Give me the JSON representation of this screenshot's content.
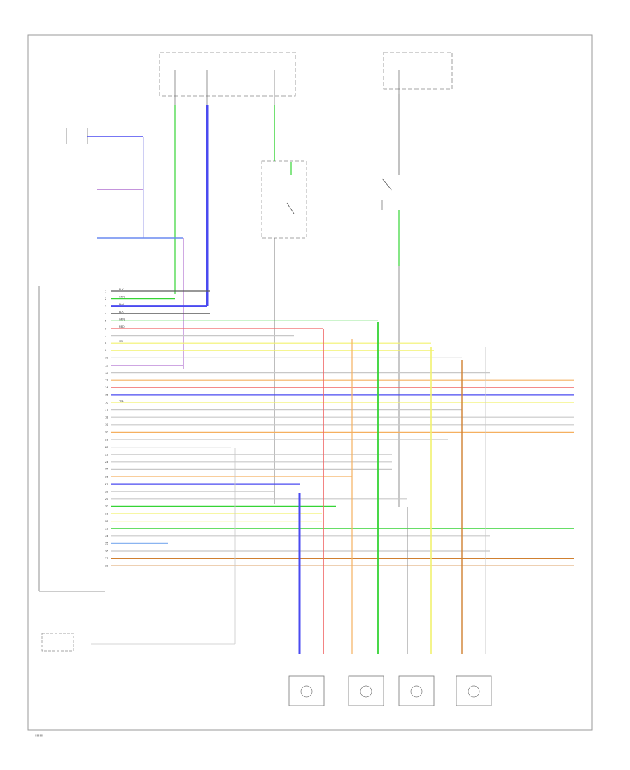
{
  "footer_code": "▮▮▮▮▮",
  "colors": {
    "black": "#5a5a5a",
    "green": "#35d435",
    "blue": "#4a4af0",
    "red": "#f06565",
    "yellow": "#f2f26e",
    "orange": "#f5b060",
    "violet": "#b070d0",
    "grey": "#c8c8c8",
    "lightblue": "#8ab4f0",
    "darkorange": "#d08030"
  },
  "pin_rows": [
    {
      "label": "",
      "num": "1",
      "wire": "BLK",
      "color": "black"
    },
    {
      "label": "",
      "num": "2",
      "wire": "GRN",
      "color": "green"
    },
    {
      "label": "",
      "num": "3",
      "wire": "BLU",
      "color": "blue"
    },
    {
      "label": "",
      "num": "4",
      "wire": "BLK",
      "color": "black"
    },
    {
      "label": "",
      "num": "5",
      "wire": "GRN",
      "color": "green"
    },
    {
      "label": "",
      "num": "6",
      "wire": "RED",
      "color": "red"
    },
    {
      "label": "",
      "num": "7",
      "wire": "",
      "color": "grey"
    },
    {
      "label": "",
      "num": "8",
      "wire": "YEL",
      "color": "yellow"
    },
    {
      "label": "",
      "num": "9",
      "wire": "",
      "color": "yellow"
    },
    {
      "label": "",
      "num": "10",
      "wire": "",
      "color": "grey"
    },
    {
      "label": "",
      "num": "11",
      "wire": "",
      "color": "violet"
    },
    {
      "label": "",
      "num": "12",
      "wire": "",
      "color": "grey"
    },
    {
      "label": "",
      "num": "13",
      "wire": "",
      "color": "orange"
    },
    {
      "label": "",
      "num": "14",
      "wire": "",
      "color": "red"
    },
    {
      "label": "",
      "num": "15",
      "wire": "",
      "color": "blue"
    },
    {
      "label": "",
      "num": "16",
      "wire": "YEL",
      "color": "yellow"
    },
    {
      "label": "",
      "num": "17",
      "wire": "",
      "color": "grey"
    },
    {
      "label": "",
      "num": "18",
      "wire": "",
      "color": "grey"
    },
    {
      "label": "",
      "num": "19",
      "wire": "",
      "color": "grey"
    },
    {
      "label": "",
      "num": "20",
      "wire": "",
      "color": "orange"
    },
    {
      "label": "",
      "num": "21",
      "wire": "",
      "color": "grey"
    },
    {
      "label": "",
      "num": "22",
      "wire": "",
      "color": "grey"
    },
    {
      "label": "",
      "num": "23",
      "wire": "",
      "color": "grey"
    },
    {
      "label": "",
      "num": "24",
      "wire": "",
      "color": "grey"
    },
    {
      "label": "",
      "num": "25",
      "wire": "",
      "color": "grey"
    },
    {
      "label": "",
      "num": "26",
      "wire": "",
      "color": "orange"
    },
    {
      "label": "",
      "num": "27",
      "wire": "",
      "color": "blue"
    },
    {
      "label": "",
      "num": "28",
      "wire": "",
      "color": "grey"
    },
    {
      "label": "",
      "num": "29",
      "wire": "",
      "color": "grey"
    },
    {
      "label": "",
      "num": "30",
      "wire": "",
      "color": "green"
    },
    {
      "label": "",
      "num": "31",
      "wire": "",
      "color": "yellow"
    },
    {
      "label": "",
      "num": "32",
      "wire": "",
      "color": "yellow"
    },
    {
      "label": "",
      "num": "33",
      "wire": "",
      "color": "green"
    },
    {
      "label": "",
      "num": "34",
      "wire": "",
      "color": "grey"
    },
    {
      "label": "",
      "num": "35",
      "wire": "",
      "color": "lightblue"
    },
    {
      "label": "",
      "num": "36",
      "wire": "",
      "color": "grey"
    },
    {
      "label": "",
      "num": "37",
      "wire": "",
      "color": "darkorange"
    },
    {
      "label": "",
      "num": "38",
      "wire": "",
      "color": "darkorange"
    }
  ],
  "right_labels": [
    {
      "row": 12,
      "text": ""
    },
    {
      "row": 16,
      "text": ""
    },
    {
      "row": 20,
      "text": ""
    },
    {
      "row": 26,
      "text": ""
    },
    {
      "row": 30,
      "text": ""
    },
    {
      "row": 31,
      "text": ""
    },
    {
      "row": 33,
      "text": ""
    },
    {
      "row": 37,
      "text": ""
    }
  ]
}
